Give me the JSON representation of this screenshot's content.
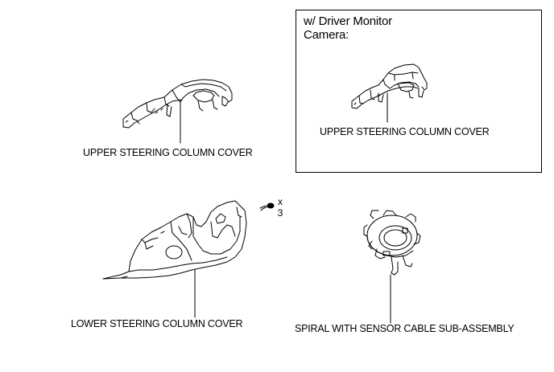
{
  "inset": {
    "title_line1": "w/ Driver Monitor",
    "title_line2": "Camera:",
    "part_label": "UPPER STEERING COLUMN COVER"
  },
  "parts": {
    "upper_cover_label": "UPPER STEERING COLUMN COVER",
    "lower_cover_label": "LOWER STEERING COLUMN COVER",
    "spiral_cable_label": "SPIRAL WITH SENSOR CABLE SUB-ASSEMBLY"
  },
  "screw": {
    "qty_symbol": "x",
    "qty_value": "3"
  }
}
